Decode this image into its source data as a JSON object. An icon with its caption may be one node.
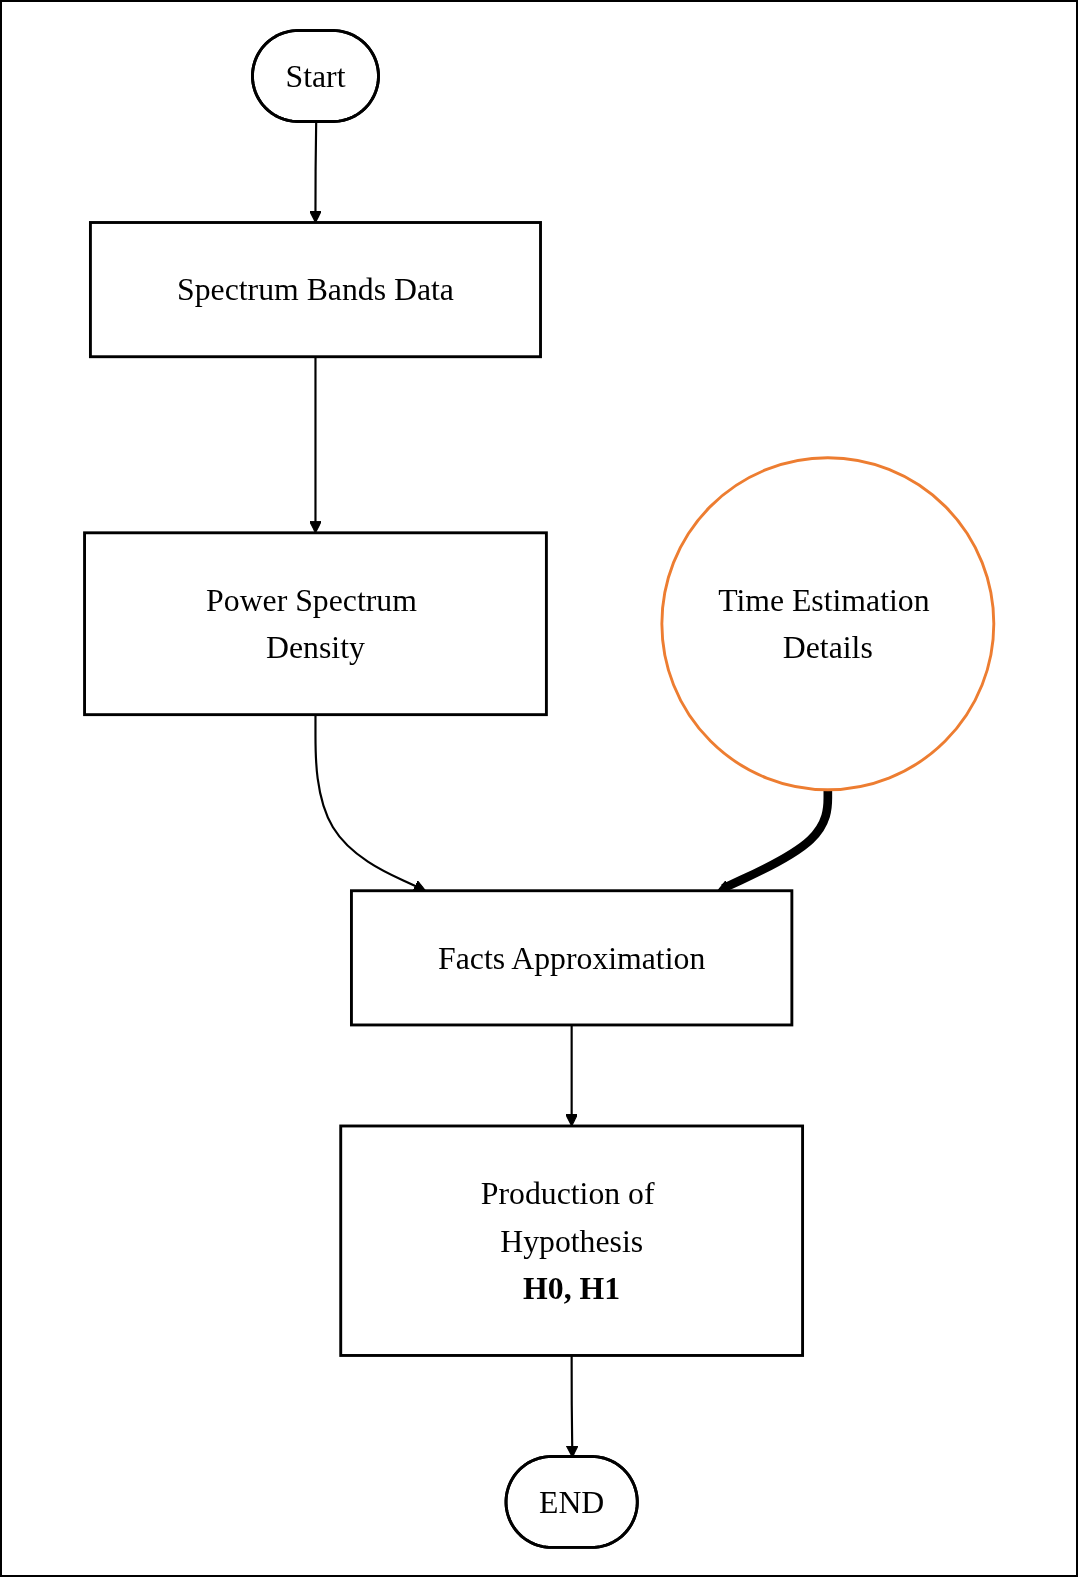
{
  "diagram": {
    "nodes": [
      {
        "text": [
          "Start"
        ]
      },
      {
        "text": [
          "Spectrum Bands Data"
        ]
      },
      {
        "text": [
          "Power Spectrum Density"
        ]
      },
      {
        "text": [
          "Time Estimation Details"
        ]
      },
      {
        "text": [
          "Facts Approximation"
        ]
      },
      {
        "text": [
          "Production of Hypothesis",
          "H0, H1"
        ]
      },
      {
        "text": [
          "END"
        ]
      }
    ],
    "edges": [
      {
        "from": 0,
        "to": 1,
        "arrow": "to"
      },
      {
        "from": 1,
        "to": 2,
        "arrow": "to"
      },
      {
        "from": 2,
        "to": 4,
        "arrow": "to"
      },
      {
        "from": 3,
        "to": 4,
        "arrow": "to",
        "style": "thick"
      },
      {
        "from": 4,
        "to": 5,
        "arrow": "to"
      },
      {
        "from": 5,
        "to": 6,
        "arrow": "to"
      }
    ]
  }
}
